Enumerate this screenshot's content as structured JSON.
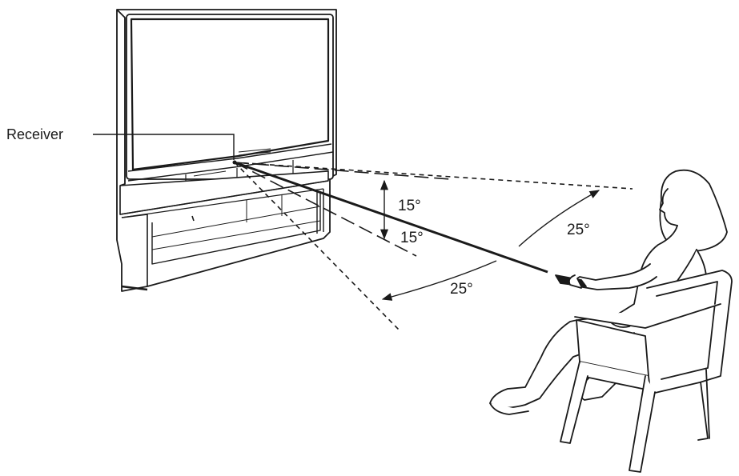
{
  "diagram": {
    "receiver_label": "Receiver",
    "angles": {
      "vertical_up": "15°",
      "vertical_down": "15°",
      "horizontal_right": "25°",
      "horizontal_left": "25°"
    }
  },
  "colors": {
    "line": "#1a1a1a",
    "background": "#ffffff"
  }
}
